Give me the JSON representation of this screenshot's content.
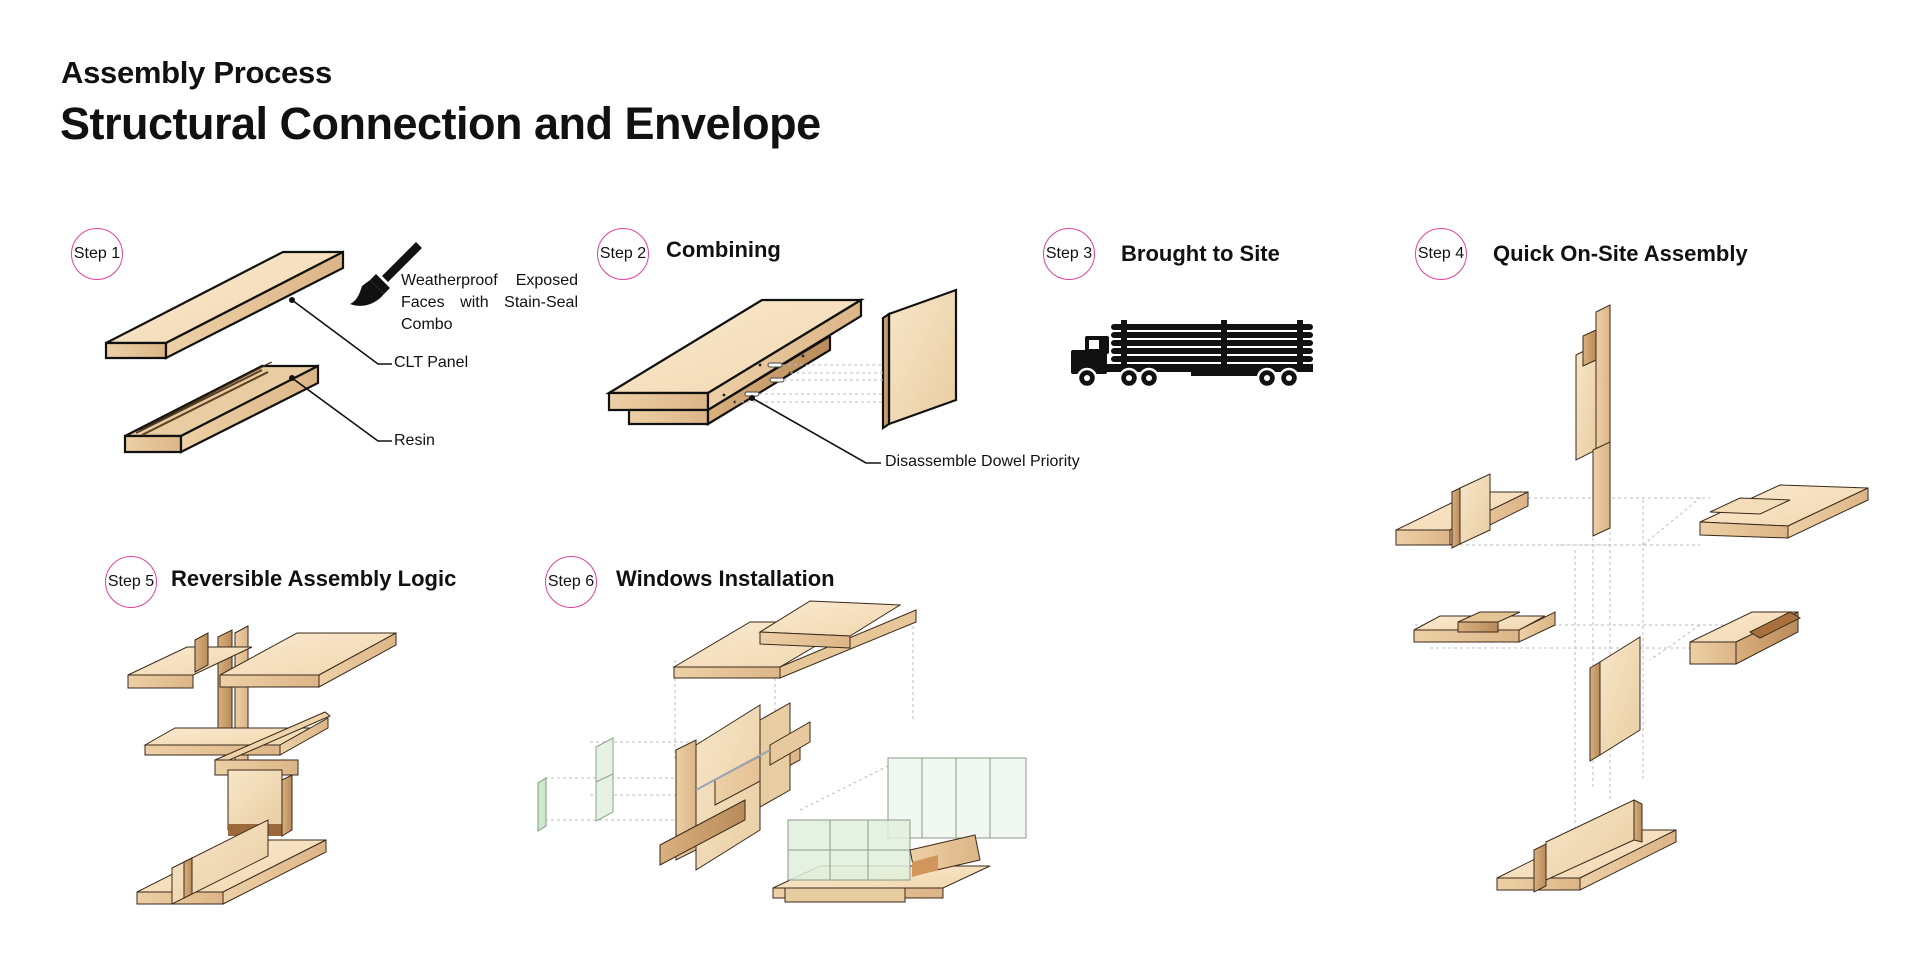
{
  "header": {
    "eyebrow": "Assembly Process",
    "title": "Structural Connection and Envelope"
  },
  "colors": {
    "accent": "#e0449a",
    "wood_top": "#f6e2c2",
    "wood_side": "#e8c99e",
    "wood_dark": "#cfa778",
    "glass": "#dcefd8"
  },
  "steps": [
    {
      "badge": "Step 1",
      "title": ""
    },
    {
      "badge": "Step 2",
      "title": "Combining"
    },
    {
      "badge": "Step 3",
      "title": "Brought to Site"
    },
    {
      "badge": "Step 4",
      "title": "Quick On-Site Assembly"
    },
    {
      "badge": "Step 5",
      "title": "Reversible Assembly Logic"
    },
    {
      "badge": "Step 6",
      "title": "Windows Installation"
    }
  ],
  "annotations": {
    "step1_note": "Weatherproof Exposed Faces with Stain-Seal Combo",
    "clt_panel": "CLT Panel",
    "resin": "Resin",
    "dowel": "Disassemble Dowel Priority"
  },
  "icons": [
    "paintbrush-icon",
    "log-truck-icon"
  ]
}
